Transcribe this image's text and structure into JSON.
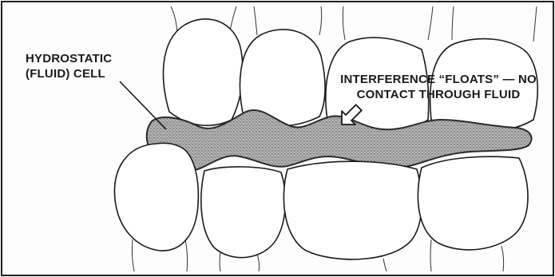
{
  "labels": {
    "hydrostatic_cell_line1": "HYDROSTATIC",
    "hydrostatic_cell_line2": "(FLUID) CELL",
    "interference_line1": "INTERFERENCE “FLOATS” — NO",
    "interference_line2": "CONTACT THROUGH FLUID"
  },
  "colors": {
    "fluid_cell": "#9a9a9a",
    "fluid_outline": "#2a2a2a",
    "tooth_fill": "#ffffff",
    "frame": "#222222"
  },
  "icons": [
    "arrow-icon",
    "leader-line"
  ]
}
